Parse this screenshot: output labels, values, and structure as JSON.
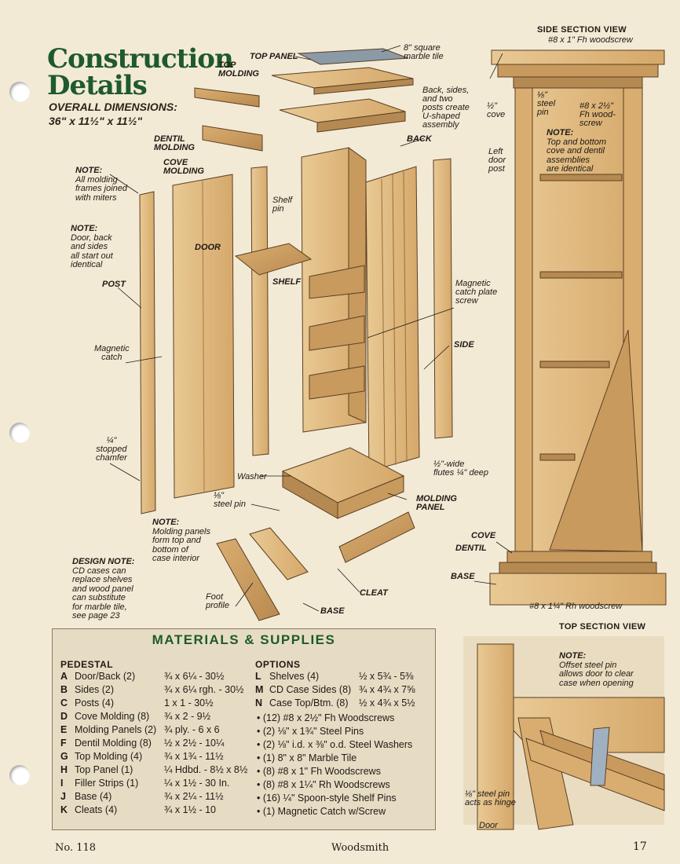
{
  "heading": {
    "title": "Construction Details",
    "dims_label": "OVERALL DIMENSIONS:",
    "dims_value": "36\" x 11½\" x 11½\""
  },
  "labels": {
    "top_panel": "TOP PANEL",
    "top_molding": "TOP\nMOLDING",
    "marble": "8\" square\nmarble tile",
    "back_sides": "Back, sides,\nand two\nposts create\nU-shaped\nassembly",
    "dentil": "DENTIL\nMOLDING",
    "cove": "COVE\nMOLDING",
    "back": "BACK",
    "shelf_pin": "Shelf\npin",
    "door": "DOOR",
    "shelf": "SHELF",
    "post": "POST",
    "magnetic_catch": "Magnetic\ncatch",
    "magnetic_catch_plate": "Magnetic\ncatch plate\nscrew",
    "side": "SIDE",
    "chamfer": "¼\"\nstopped\nchamfer",
    "washer": "Washer",
    "flutes": "½\"-wide\nflutes ¼\" deep",
    "steel_pin": "⅛\"\nsteel pin",
    "molding_panel": "MOLDING\nPANEL",
    "foot_profile": "Foot\nprofile",
    "cleat": "CLEAT",
    "base": "BASE"
  },
  "notes": {
    "miters": {
      "head": "NOTE:",
      "text": "All molding\nframes joined\nwith miters"
    },
    "identical": {
      "head": "NOTE:",
      "text": "Door, back\nand sides\nall start out\nidentical"
    },
    "molding_panels": {
      "head": "NOTE:",
      "text": "Molding panels\nform top and\nbottom of\ncase interior"
    },
    "design": {
      "head": "DESIGN NOTE:",
      "text": "CD cases can\nreplace shelves\nand wood panel\ncan substitute\nfor marble tile,\nsee page 23"
    }
  },
  "side_section": {
    "title": "SIDE SECTION VIEW",
    "woodscrew_top": "#8 x 1\" Fh woodscrew",
    "half_cove": "½\"\ncove",
    "steel_pin": "⅛\"\nsteel\npin",
    "fh_screw": "#8 x 2½\"\nFh wood-\nscrew",
    "note_head": "NOTE:",
    "note_text": "Top and bottom\ncove and dentil\nassemblies\nare identical",
    "left_post": "Left\ndoor\npost",
    "cove": "COVE",
    "dentil": "DENTIL",
    "base": "BASE",
    "rh_screw": "#8 x 1¼\" Rh woodscrew"
  },
  "top_section": {
    "title": "TOP SECTION VIEW",
    "note_head": "NOTE:",
    "note_text": "Offset steel pin\nallows door to clear\ncase when opening",
    "pin_hinge": "⅛\" steel pin\nacts as hinge",
    "door": "Door"
  },
  "materials": {
    "title": "MATERIALS & SUPPLIES",
    "pedestal_head": "PEDESTAL",
    "pedestal": [
      {
        "key": "A",
        "name": "Door/Back (2)",
        "dim": "¾ x 6¼ - 30½"
      },
      {
        "key": "B",
        "name": "Sides (2)",
        "dim": "¾ x 6¼ rgh. - 30½"
      },
      {
        "key": "C",
        "name": "Posts (4)",
        "dim": "1 x 1 - 30½"
      },
      {
        "key": "D",
        "name": "Cove Molding (8)",
        "dim": "¾ x 2 - 9½"
      },
      {
        "key": "E",
        "name": "Molding Panels (2)",
        "dim": "¾ ply. - 6 x 6"
      },
      {
        "key": "F",
        "name": "Dentil Molding (8)",
        "dim": "½ x 2½ - 10¼"
      },
      {
        "key": "G",
        "name": "Top Molding (4)",
        "dim": "¾ x 1¾ - 11½"
      },
      {
        "key": "H",
        "name": "Top Panel (1)",
        "dim": "¼ Hdbd. - 8½ x 8½"
      },
      {
        "key": "I",
        "name": "Filler Strips (1)",
        "dim": "¼ x 1½ - 30 In."
      },
      {
        "key": "J",
        "name": "Base (4)",
        "dim": "¾ x 2¼ - 11½"
      },
      {
        "key": "K",
        "name": "Cleats (4)",
        "dim": "¾ x 1½ - 10"
      }
    ],
    "options_head": "OPTIONS",
    "options": [
      {
        "key": "L",
        "name": "Shelves (4)",
        "dim": "½ x 5¾ - 5⅜"
      },
      {
        "key": "M",
        "name": "CD Case Sides (8)",
        "dim": "¾ x 4¾ x 7⅝"
      },
      {
        "key": "N",
        "name": "Case Top/Btm. (8)",
        "dim": "½ x 4¾ x 5½"
      }
    ],
    "hardware": [
      "(12) #8 x 2½\" Fh Woodscrews",
      "(2) ⅛\" x 1¾\" Steel Pins",
      "(2) ⅛\" i.d. x ⅜\" o.d. Steel Washers",
      "(1) 8\" x 8\" Marble Tile",
      "(8) #8 x 1\" Fh Woodscrews",
      "(8) #8 x 1¼\" Rh Woodscrews",
      "(16) ¼\" Spoon-style Shelf Pins",
      "(1) Magnetic Catch w/Screw"
    ]
  },
  "footer": {
    "issue": "No. 118",
    "magazine": "Woodsmith",
    "page": "17"
  },
  "colors": {
    "title_green": "#1f5a2a",
    "wood": "#e2bc84",
    "wood_dark": "#b58a52",
    "paper": "#f3ead6"
  }
}
